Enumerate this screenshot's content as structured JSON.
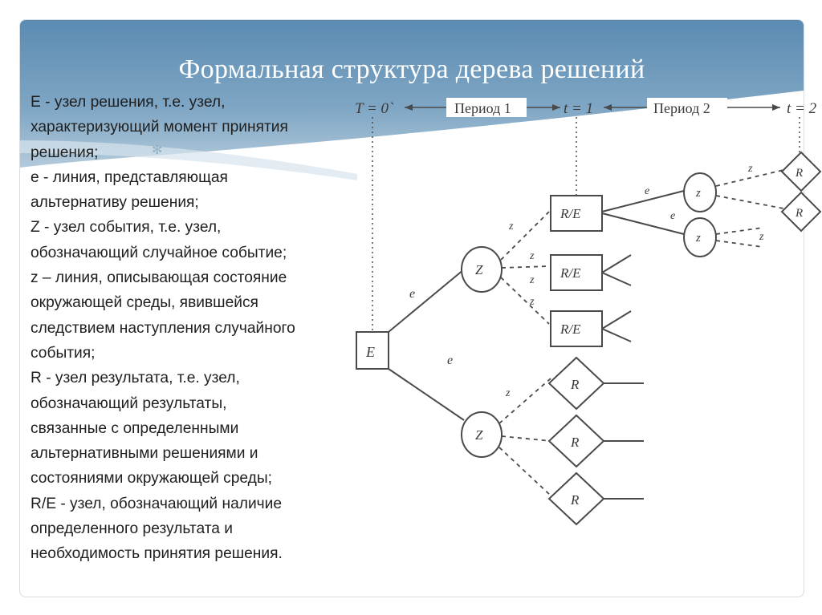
{
  "slide": {
    "title": "Формальная структура дерева решений",
    "body_lines": [
      "E - узел решения, т.е. узел,",
      "характеризующий момент принятия",
      "решения;",
      " e - линия, представляющая",
      "альтернативу решения;",
      "Z - узел события, т.е. узел,",
      "обозначающий случайное событие;",
      "z – линия, описывающая состояние",
      "окружающей среды, явившейся",
      "следствием наступления случайного",
      "события;",
      "R - узел результата, т.е. узел,",
      "обозначающий результаты,",
      "связанные с определенными",
      "альтернативными решениями и",
      "состояниями окружающей среды;",
      "R/E - узел, обозначающий наличие",
      "определенного результата и",
      "необходимость принятия решения."
    ],
    "bullet_glyph": "✻"
  },
  "diagram": {
    "timeline": {
      "t0": "T = 0`",
      "period1": "Период 1",
      "t1": "t = 1",
      "period2": "Период 2",
      "t2": "t = 2"
    },
    "nodes": {
      "decision": "E",
      "event": "Z",
      "event_small": "z",
      "result_decision": "R/E",
      "result": "R"
    },
    "edge_labels": {
      "decision_line": "e",
      "event_line": "z"
    }
  },
  "colors": {
    "banner_top": "#5f8fb5",
    "banner_bottom": "#b7cedd",
    "diagram_stroke": "#4a4a4a",
    "text": "#1f1f1f"
  }
}
